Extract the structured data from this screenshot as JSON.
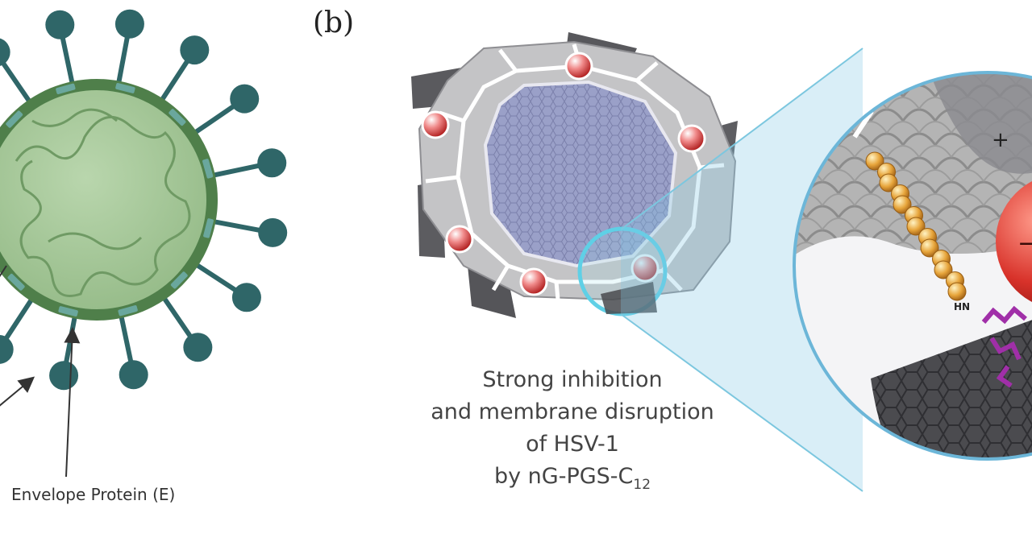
{
  "panel": {
    "label": "(b)"
  },
  "virus": {
    "envelope_label": "Envelope Protein (E)"
  },
  "caption": {
    "line1": "Strong inhibition",
    "line2": "and membrane disruption",
    "line3": "of HSV-1",
    "line4_prefix": "by nG-PGS-C",
    "line4_subscript": "12"
  },
  "inset": {
    "amine_label": "HN",
    "charge_plus": "+",
    "charge_minus": "−"
  },
  "colors": {
    "virus_membrane": "#4f7f4a",
    "virus_core": "#a6c99a",
    "spike": "#2f6668",
    "highlight_ring": "#5fd0e6",
    "alkyl_chain": "#e0a23a",
    "headgroup": "#a02fa8"
  }
}
